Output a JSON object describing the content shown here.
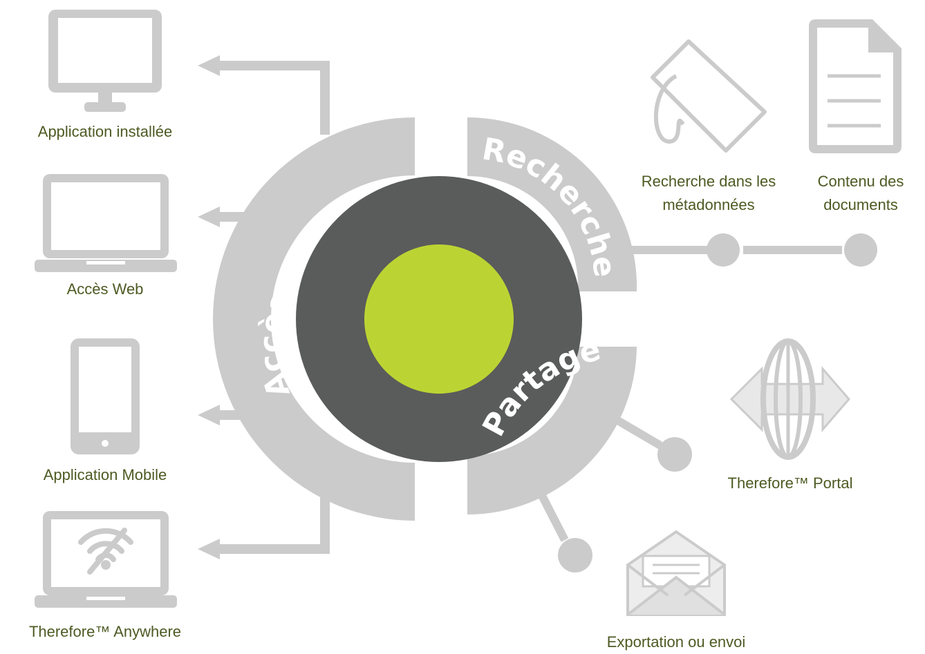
{
  "colors": {
    "gray": "#cbcbcb",
    "dark_ring": "#5a5b5b",
    "center": "#bcd433",
    "label_text": "#4d5a23"
  },
  "segments": {
    "access": "Accès",
    "search": "Recherche",
    "share": "Partage"
  },
  "left_items": [
    {
      "icon": "desktop-monitor-icon",
      "label": "Application installée"
    },
    {
      "icon": "laptop-icon",
      "label": "Accès Web"
    },
    {
      "icon": "smartphone-icon",
      "label": "Application Mobile"
    },
    {
      "icon": "laptop-offline-icon",
      "label": "Therefore™ Anywhere"
    }
  ],
  "right_items": {
    "metadata": {
      "icon": "tag-icon",
      "label_line1": "Recherche dans les",
      "label_line2": "métadonnées"
    },
    "content": {
      "icon": "document-icon",
      "label_line1": "Contenu des",
      "label_line2": "documents"
    },
    "portal": {
      "icon": "globe-arrows-icon",
      "label": "Therefore™ Portal"
    },
    "export": {
      "icon": "envelope-icon",
      "label": "Exportation ou envoi"
    }
  }
}
